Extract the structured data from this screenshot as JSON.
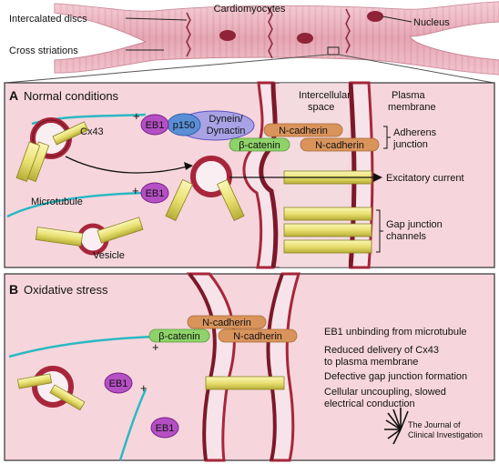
{
  "top": {
    "title": "Cardiomyocytes",
    "labels": {
      "intercalated_discs": "Intercalated discs",
      "cross_striations": "Cross striations",
      "nucleus": "Nucleus"
    }
  },
  "panel_a": {
    "letter": "A",
    "title": "Normal conditions",
    "labels": {
      "eb1_top": "EB1",
      "p150": "p150",
      "dynein": "Dynein/",
      "dynactin": "Dynactin",
      "cx43": "Cx43",
      "plus_top": "+",
      "plus_mid": "+",
      "eb1_mid": "EB1",
      "microtubule": "Microtubule",
      "vesicle": "Vesicle",
      "intercellular1": "Intercellular",
      "intercellular2": "space",
      "plasma1": "Plasma",
      "plasma2": "membrane",
      "ncad_top": "N-cadherin",
      "ncad_right": "N-cadherin",
      "bcat": "β-catenin",
      "adherens1": "Adherens",
      "adherens2": "junction",
      "excitatory": "Excitatory current",
      "gap1": "Gap junction",
      "gap2": "channels"
    }
  },
  "panel_b": {
    "letter": "B",
    "title": "Oxidative stress",
    "labels": {
      "ncad_top": "N-cadherin",
      "ncad_right": "N-cadherin",
      "bcat": "β-catenin",
      "plus1": "+",
      "plus2": "+",
      "eb1_a": "EB1",
      "eb1_b": "EB1"
    },
    "effects": [
      [
        "EB1 unbinding from microtubule"
      ],
      [
        "Reduced delivery of Cx43",
        "to plasma membrane"
      ],
      [
        "Defective gap junction formation"
      ],
      [
        "Cellular uncoupling, slowed",
        "electrical conduction"
      ]
    ]
  },
  "logo": {
    "line1": "The Journal of",
    "line2": "Clinical Investigation"
  },
  "colors": {
    "cell_pink": "#f2c6cf",
    "membrane_red": "#a8263b",
    "microtubule_cyan": "#2bb8c4",
    "eb1_purple": "#b44fc4",
    "p150_blue": "#5a8fd6",
    "dynein_lavender": "#a9a3e6",
    "ncadherin_orange": "#d9945c",
    "bcatenin_green": "#8ed36a",
    "channel_yellow": "#e8e070"
  }
}
